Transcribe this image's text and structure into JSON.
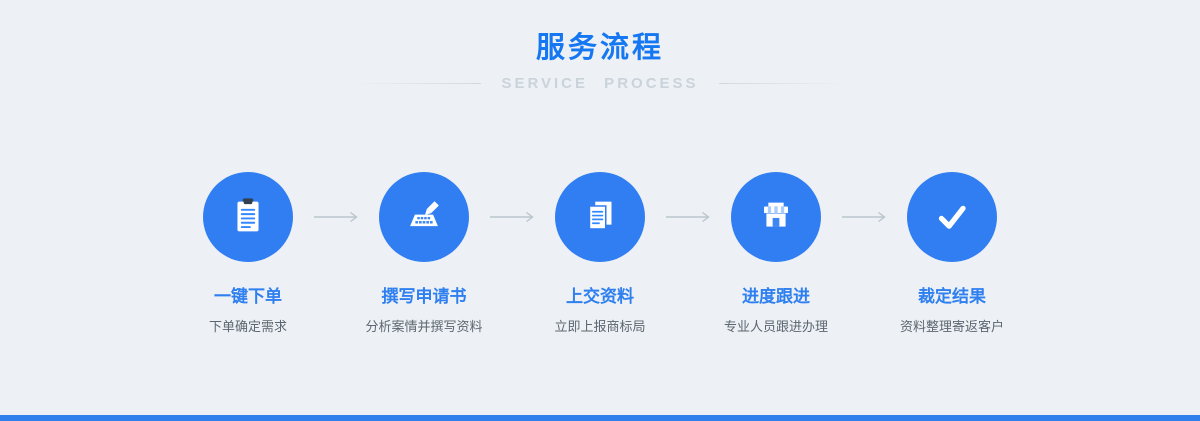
{
  "page": {
    "title": "服务流程",
    "subtitle": "SERVICE PROCESS"
  },
  "colors": {
    "accent_blue": "#2f80ed",
    "circle_blue": "#317ef3",
    "title_blue": "#1577f2",
    "background": "#edf1f5",
    "subtitle_gray": "#cad3da",
    "desc_gray": "#5c6670",
    "arrow_gray": "#bcc5cd"
  },
  "steps": [
    {
      "icon": "clipboard-order-icon",
      "title": "一键下单",
      "desc": "下单确定需求"
    },
    {
      "icon": "keyboard-pen-icon",
      "title": "撰写申请书",
      "desc": "分析案情并撰写资料"
    },
    {
      "icon": "documents-icon",
      "title": "上交资料",
      "desc": "立即上报商标局"
    },
    {
      "icon": "storefront-icon",
      "title": "进度跟进",
      "desc": "专业人员跟进办理"
    },
    {
      "icon": "checkmark-icon",
      "title": "裁定结果",
      "desc": "资料整理寄返客户"
    }
  ]
}
